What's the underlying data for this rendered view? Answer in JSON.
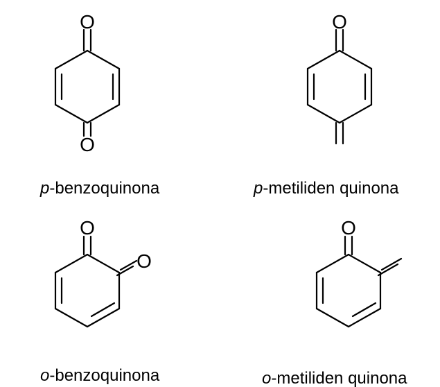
{
  "structures": [
    {
      "id": "p-benzoquinona",
      "prefix": "p",
      "name": "-benzoquinona",
      "atoms": [
        {
          "label": "O"
        },
        {
          "label": "O"
        }
      ]
    },
    {
      "id": "p-metiliden-quinona",
      "prefix": "p",
      "name": "-metiliden quinona",
      "atoms": [
        {
          "label": "O"
        }
      ]
    },
    {
      "id": "o-benzoquinona",
      "prefix": "o",
      "name": "-benzoquinona",
      "atoms": [
        {
          "label": "O"
        },
        {
          "label": "O"
        }
      ]
    },
    {
      "id": "o-metiliden-quinona",
      "prefix": "o",
      "name": "-metiliden quinona",
      "atoms": [
        {
          "label": "O"
        }
      ]
    }
  ],
  "colors": {
    "ink": "#000000",
    "background": "#ffffff"
  }
}
